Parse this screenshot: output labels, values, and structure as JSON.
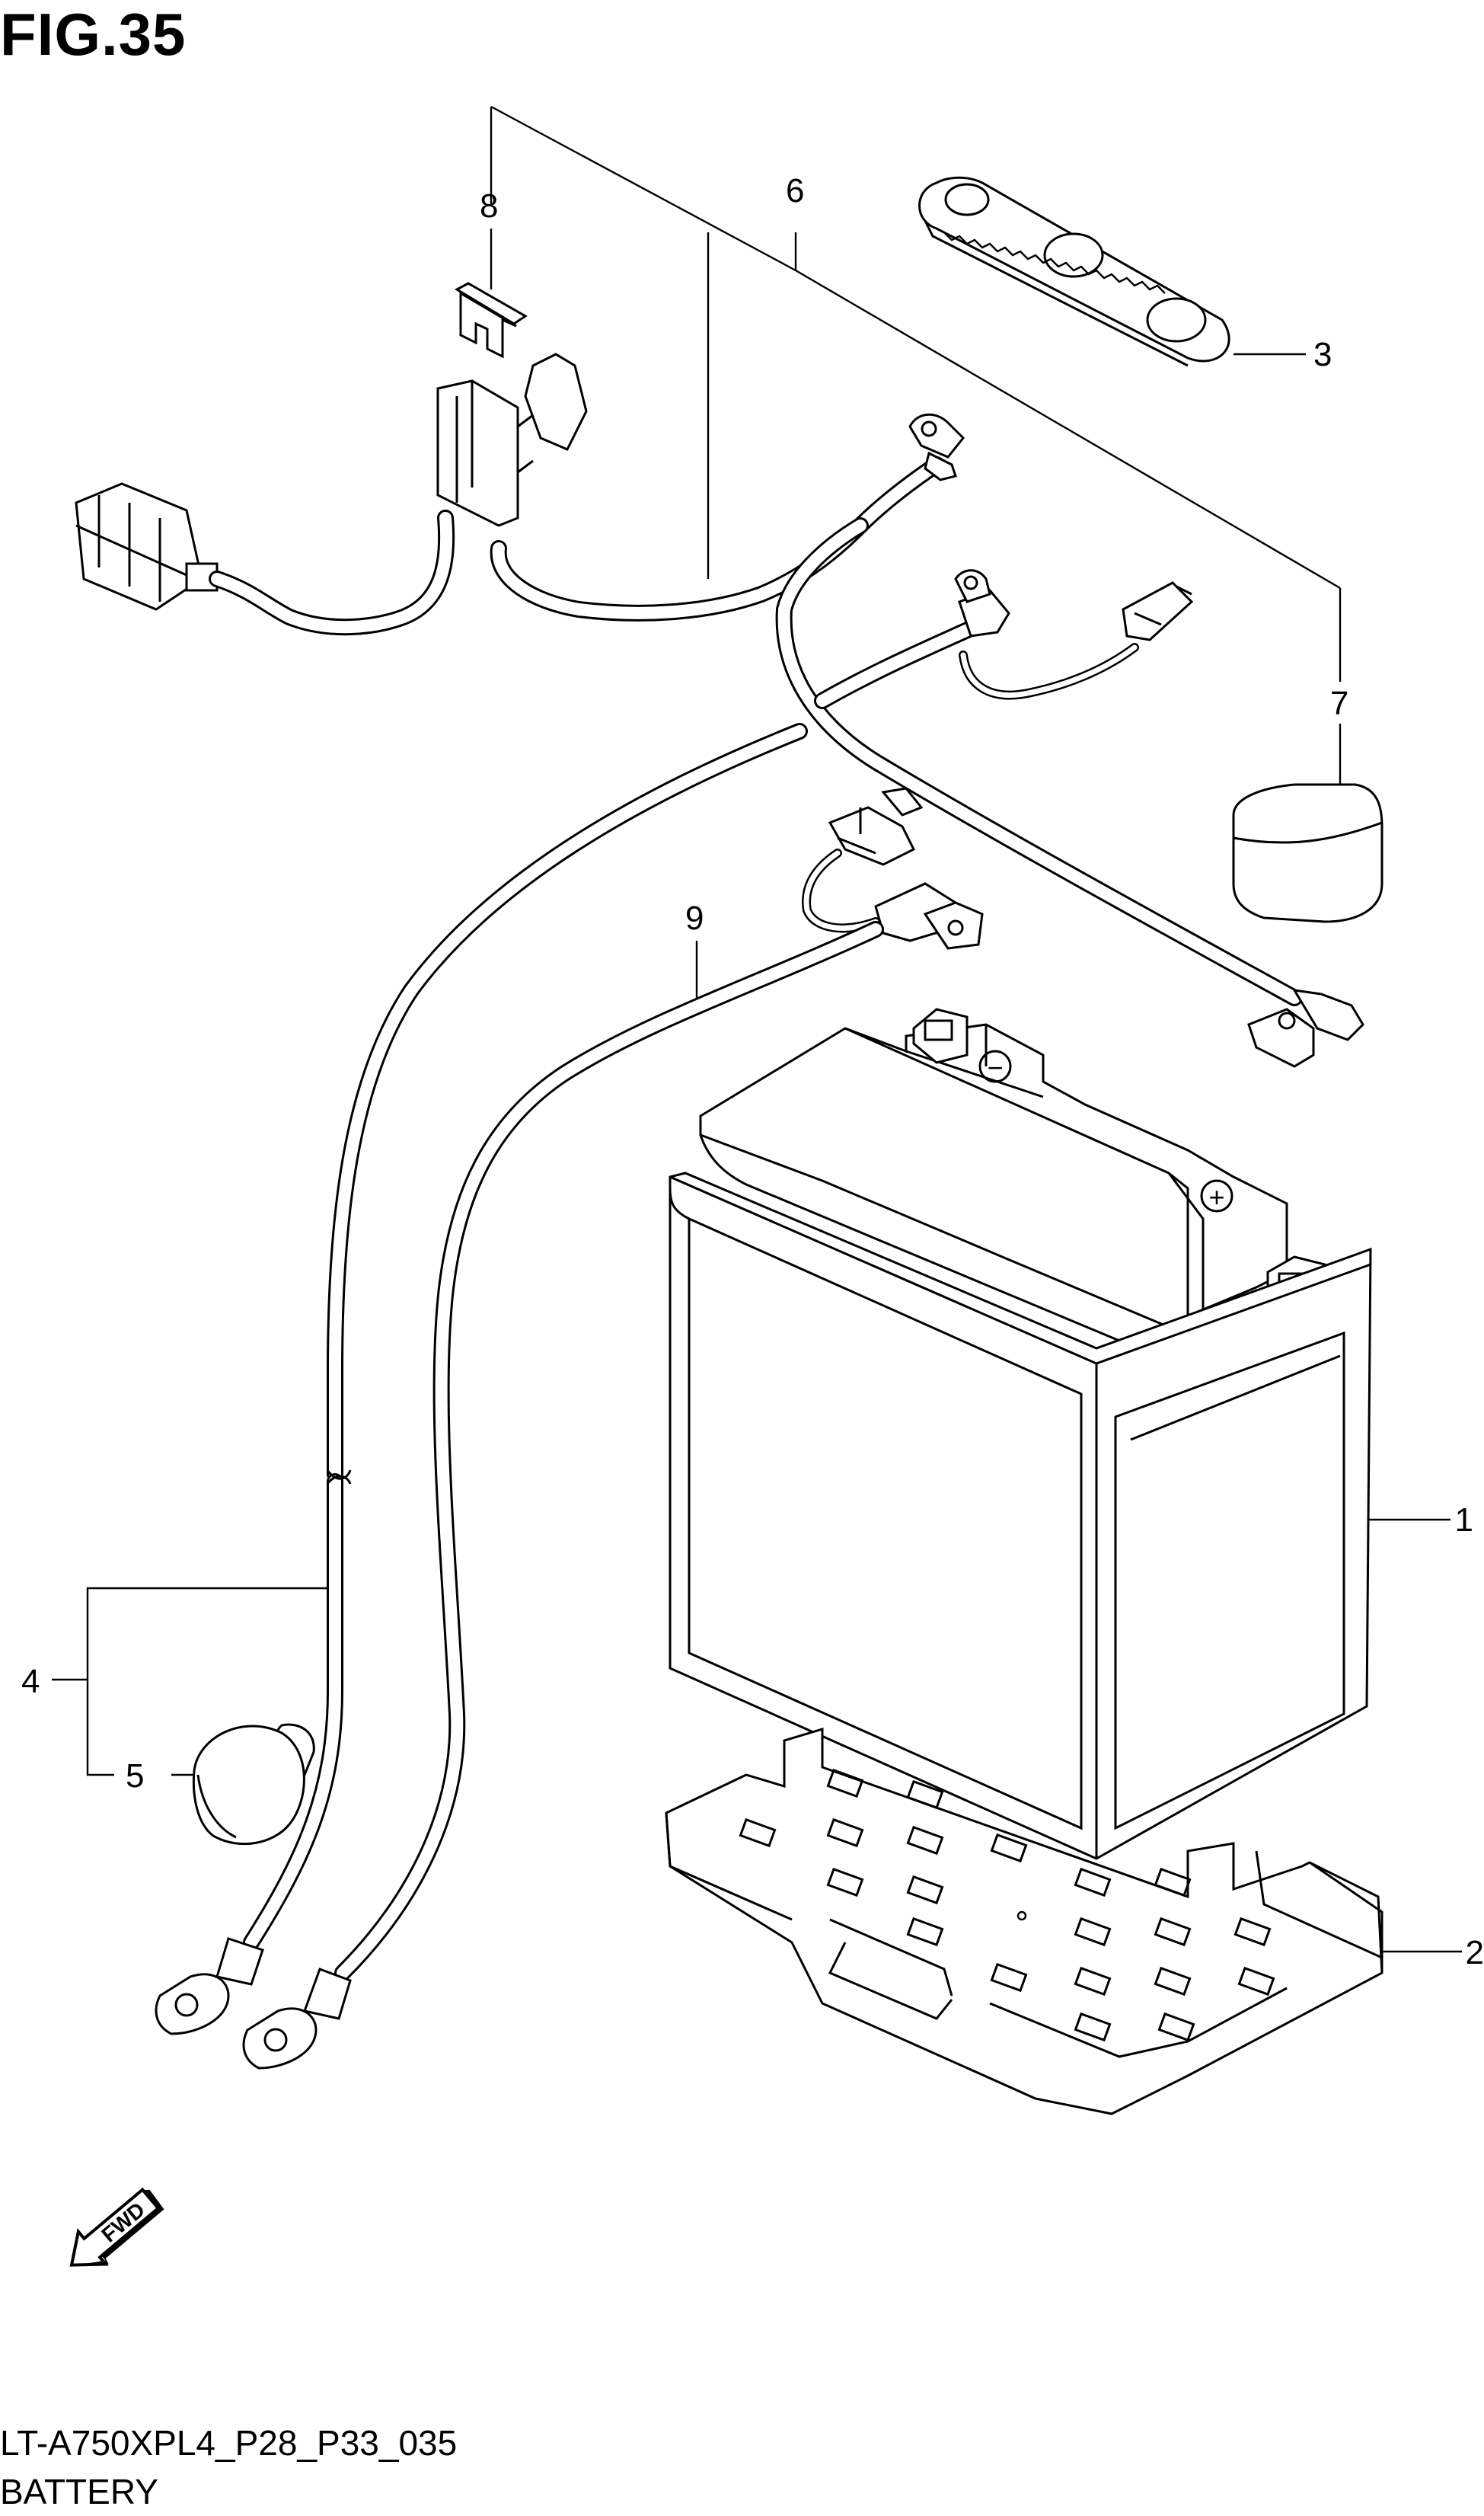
{
  "figure": {
    "title": "FIG.35",
    "code": "LT-A750XPL4_P28_P33_035",
    "name": "BATTERY"
  },
  "callouts": [
    {
      "key": "c1",
      "number": "1"
    },
    {
      "key": "c2",
      "number": "2"
    },
    {
      "key": "c3",
      "number": "3"
    },
    {
      "key": "c4",
      "number": "4"
    },
    {
      "key": "c5",
      "number": "5"
    },
    {
      "key": "c6",
      "number": "6"
    },
    {
      "key": "c7",
      "number": "7"
    },
    {
      "key": "c8",
      "number": "8"
    },
    {
      "key": "c9",
      "number": "9"
    }
  ],
  "direction_badge": {
    "text": "FWD",
    "icon": "fwd-arrow-icon"
  },
  "battery_terminals": {
    "negative_symbol": "−",
    "positive_symbol": "+"
  }
}
